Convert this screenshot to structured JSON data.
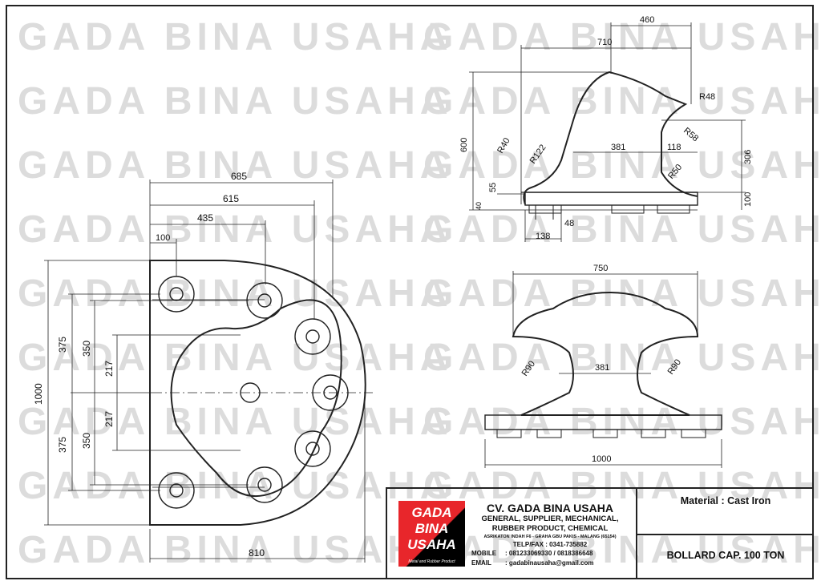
{
  "watermark": {
    "text": "GADA BINA USAHA",
    "color": "#d9d9d9"
  },
  "dimensions": {
    "plan": {
      "d685": "685",
      "d615": "615",
      "d435": "435",
      "d100": "100",
      "d1000": "1000",
      "d375_top": "375",
      "d375_bot": "375",
      "d350_top": "350",
      "d350_bot": "350",
      "d217_top": "217",
      "d217_bot": "217",
      "d810": "810"
    },
    "side": {
      "d460": "460",
      "d710": "710",
      "r48": "R48",
      "r58": "R58",
      "r40": "R40",
      "r122": "R122",
      "d381": "381",
      "d118": "118",
      "r50": "R50",
      "d600": "600",
      "d306": "306",
      "d55": "55",
      "d40": "40",
      "d100": "100",
      "d48": "48",
      "d138": "138"
    },
    "front": {
      "d750": "750",
      "r90_left": "R90",
      "r90_right": "R90",
      "d381": "381",
      "d1000": "1000"
    }
  },
  "logo": {
    "line1": "GADA",
    "line2": "BINA",
    "line3": "USAHA",
    "tagline": "Metal and Rubber Product",
    "color": "#e8262b"
  },
  "company": {
    "name": "CV. GADA BINA USAHA",
    "line1": "GENERAL, SUPPLIER, MECHANICAL,",
    "line2": "RUBBER PRODUCT, CHEMICAL",
    "address": "ASRIKATON INDAH F6 - GRAHA GBU PAKIS - MALANG (65154)",
    "telfax": "TELP/FAX : 0341-735882",
    "mobile_label": "MOBILE",
    "mobile": ": 081233069330 / 0818386648",
    "email_label": "EMAIL",
    "email": ": gadabinausaha@gmail.com"
  },
  "material": "Material : Cast Iron",
  "product": "BOLLARD CAP. 100 TON"
}
